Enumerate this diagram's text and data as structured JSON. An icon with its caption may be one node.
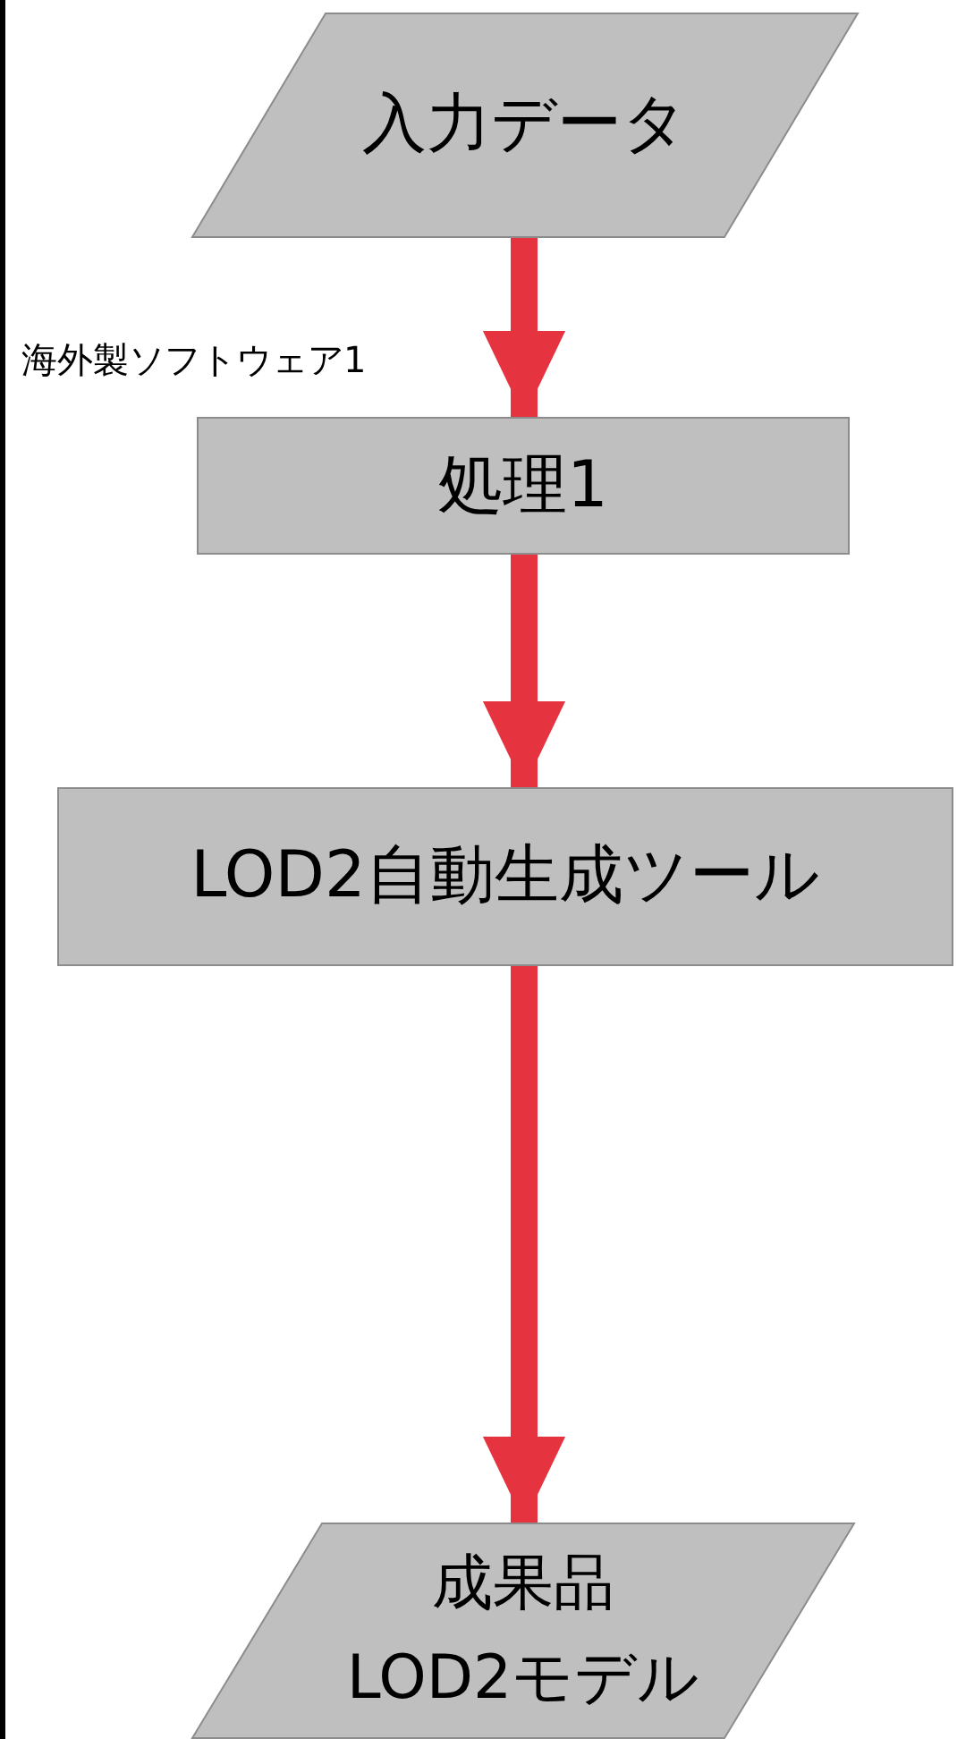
{
  "diagram": {
    "nodes": [
      {
        "text": [
          "入力データ"
        ]
      },
      {
        "text": [
          "処理1"
        ],
        "beside": [
          "海外製ソフトウェア1"
        ]
      },
      {
        "text": [
          "LOD2自動生成ツール"
        ]
      },
      {
        "text": [
          "成果品",
          "LOD2モデル"
        ]
      }
    ],
    "edges": [
      {
        "from": 0,
        "to": 1,
        "arrow": "to"
      },
      {
        "from": 1,
        "to": 2,
        "arrow": "to"
      },
      {
        "from": 2,
        "to": 3,
        "arrow": "to"
      }
    ]
  }
}
